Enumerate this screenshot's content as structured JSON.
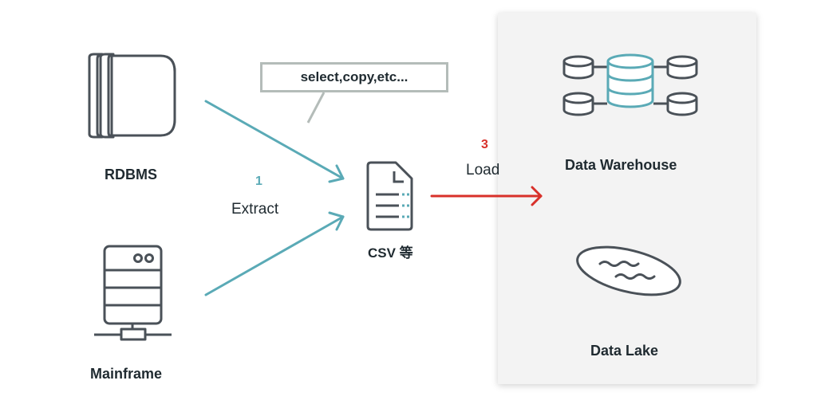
{
  "colors": {
    "stroke": "#4a5158",
    "teal": "#5aaab6",
    "red": "#d8302a",
    "panel": "#f3f3f3",
    "callout_border": "#b4bcb9"
  },
  "sources": {
    "rdbms": {
      "label": "RDBMS",
      "icon": "database-stack-icon"
    },
    "mainframe": {
      "label": "Mainframe",
      "icon": "server-icon"
    }
  },
  "callout": {
    "text": "select,copy,etc..."
  },
  "steps": {
    "extract": {
      "number": "1",
      "label": "Extract"
    },
    "load": {
      "number": "3",
      "label": "Load"
    }
  },
  "csv": {
    "label": "CSV 等",
    "icon": "csv-file-icon"
  },
  "targets": {
    "warehouse": {
      "label": "Data Warehouse",
      "icon": "data-warehouse-icon"
    },
    "lake": {
      "label": "Data Lake",
      "icon": "data-lake-icon"
    }
  }
}
